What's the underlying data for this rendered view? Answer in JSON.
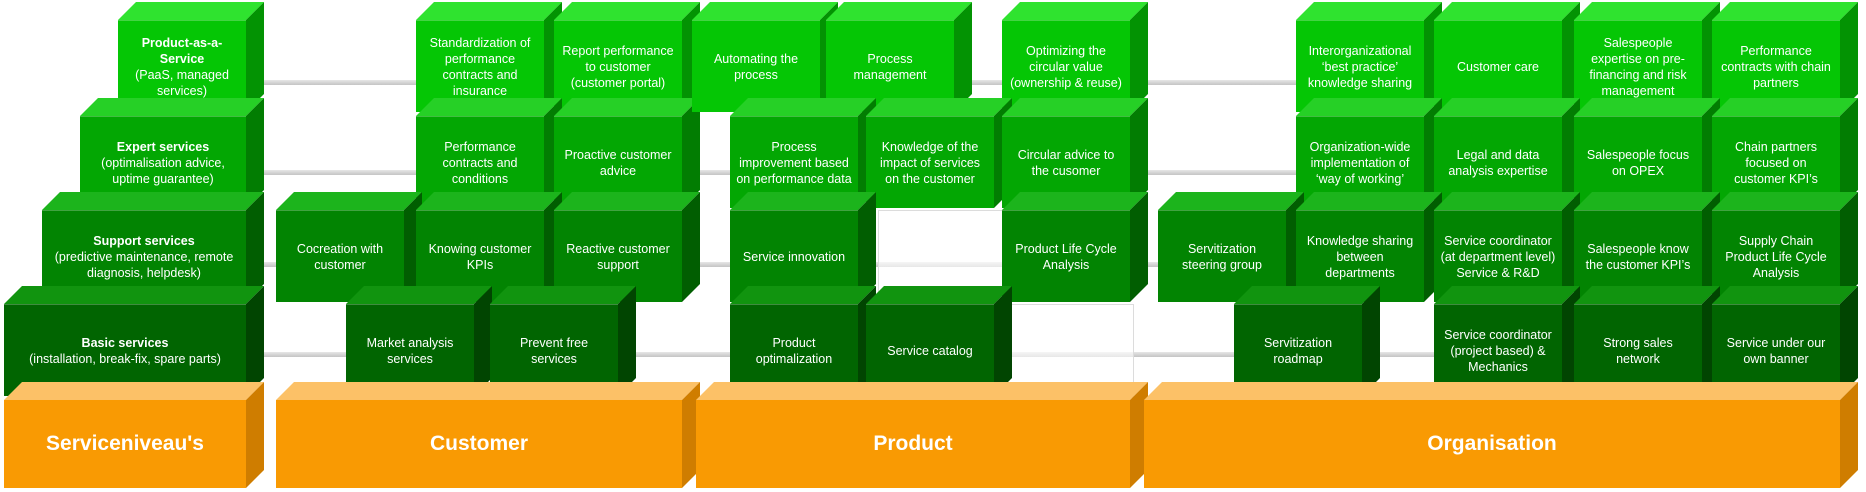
{
  "columns": [
    {
      "label": "Serviceniveau's"
    },
    {
      "label": "Customer"
    },
    {
      "label": "Product"
    },
    {
      "label": "Organisation"
    }
  ],
  "service_levels": [
    {
      "title": "Product-as-a-Service",
      "detail": "(PaaS, managed services)"
    },
    {
      "title": "Expert services",
      "detail": "(optimalisation advice, uptime guarantee)"
    },
    {
      "title": "Support services",
      "detail": "(predictive maintenance, remote diagnosis, helpdesk)"
    },
    {
      "title": "Basic services",
      "detail": "(installation, break-fix, spare parts)"
    }
  ],
  "blocks": {
    "customer": [
      "Standardization of performance contracts and insurance",
      "Report performance to customer (customer portal)",
      "Performance contracts and conditions",
      "Proactive customer advice",
      "Cocreation with customer",
      "Knowing customer KPIs",
      "Reactive customer support",
      "Market analysis services",
      "Prevent free services"
    ],
    "product": [
      "Automating the process",
      "Process management",
      "Optimizing the circular value (ownership & reuse)",
      "Process improvement based on performance data",
      "Knowledge of the impact of services on the customer",
      "Circular advice to the cusomer",
      "Service innovation",
      "Product Life Cycle Analysis",
      "Product optimalization",
      "Service catalog"
    ],
    "organisation": [
      "Interorganizational ‘best practice’ knowledge sharing",
      "Customer care",
      "Salespeople expertise on pre-financing and risk management",
      "Performance contracts with chain partners",
      "Organization-wide implementation of ‘way of working’",
      "Legal and data analysis expertise",
      "Salespeople focus on OPEX",
      "Chain partners focused on customer KPI’s",
      "Servitization steering group",
      "Knowledge sharing between departments",
      "Service coordinator (at department level) Service & R&D",
      "Salespeople know the customer KPI’s",
      "Supply Chain Product Life Cycle Analysis",
      "Servitization roadmap",
      "Service coordinator (project based) & Mechanics",
      "Strong sales network",
      "Service under our own banner"
    ]
  }
}
